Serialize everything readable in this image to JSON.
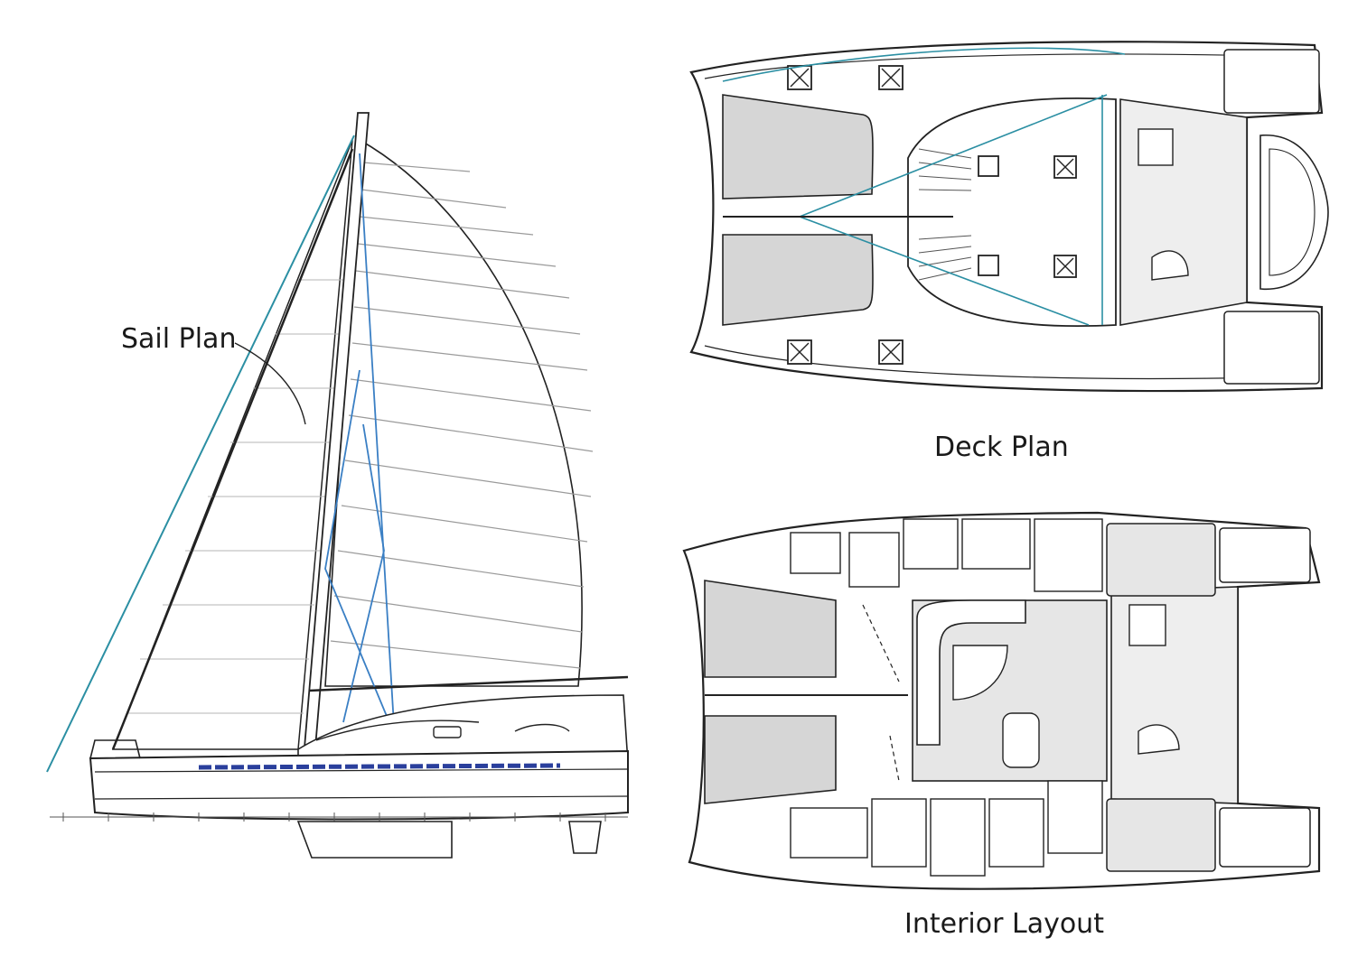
{
  "labels": {
    "sail_plan": "Sail Plan",
    "deck_plan": "Deck Plan",
    "interior_layout": "Interior Layout"
  },
  "colors": {
    "line": "#222222",
    "rigging_accent": "#2b8fa3",
    "shroud_accent": "#3a7fc4",
    "waterline_blue": "#2a3f9c",
    "hatch_fill": "#d6d6d6",
    "floor_fill": "#e6e6e6",
    "background": "#ffffff"
  }
}
